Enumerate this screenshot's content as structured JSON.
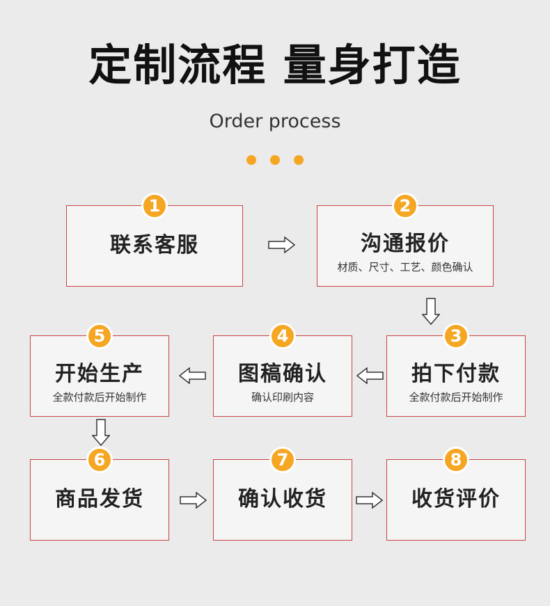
{
  "header": {
    "title": "定制流程 量身打造",
    "subtitle": "Order process"
  },
  "colors": {
    "accent": "#f5a623",
    "border": "#c84343",
    "background": "#ebebeb",
    "card": "#f5f5f5"
  },
  "steps": [
    {
      "number": "1",
      "title": "联系客服",
      "desc": ""
    },
    {
      "number": "2",
      "title": "沟通报价",
      "desc": "材质、尺寸、工艺、颜色确认"
    },
    {
      "number": "3",
      "title": "拍下付款",
      "desc": "全款付款后开始制作"
    },
    {
      "number": "4",
      "title": "图稿确认",
      "desc": "确认印刷内容"
    },
    {
      "number": "5",
      "title": "开始生产",
      "desc": "全款付款后开始制作"
    },
    {
      "number": "6",
      "title": "商品发货",
      "desc": ""
    },
    {
      "number": "7",
      "title": "确认收货",
      "desc": ""
    },
    {
      "number": "8",
      "title": "收货评价",
      "desc": ""
    }
  ],
  "arrows": [
    {
      "direction": "right",
      "from": "1",
      "to": "2"
    },
    {
      "direction": "down",
      "from": "2",
      "to": "3"
    },
    {
      "direction": "left",
      "from": "3",
      "to": "4"
    },
    {
      "direction": "left",
      "from": "4",
      "to": "5"
    },
    {
      "direction": "down",
      "from": "5",
      "to": "6"
    },
    {
      "direction": "right",
      "from": "6",
      "to": "7"
    },
    {
      "direction": "right",
      "from": "7",
      "to": "8"
    }
  ]
}
